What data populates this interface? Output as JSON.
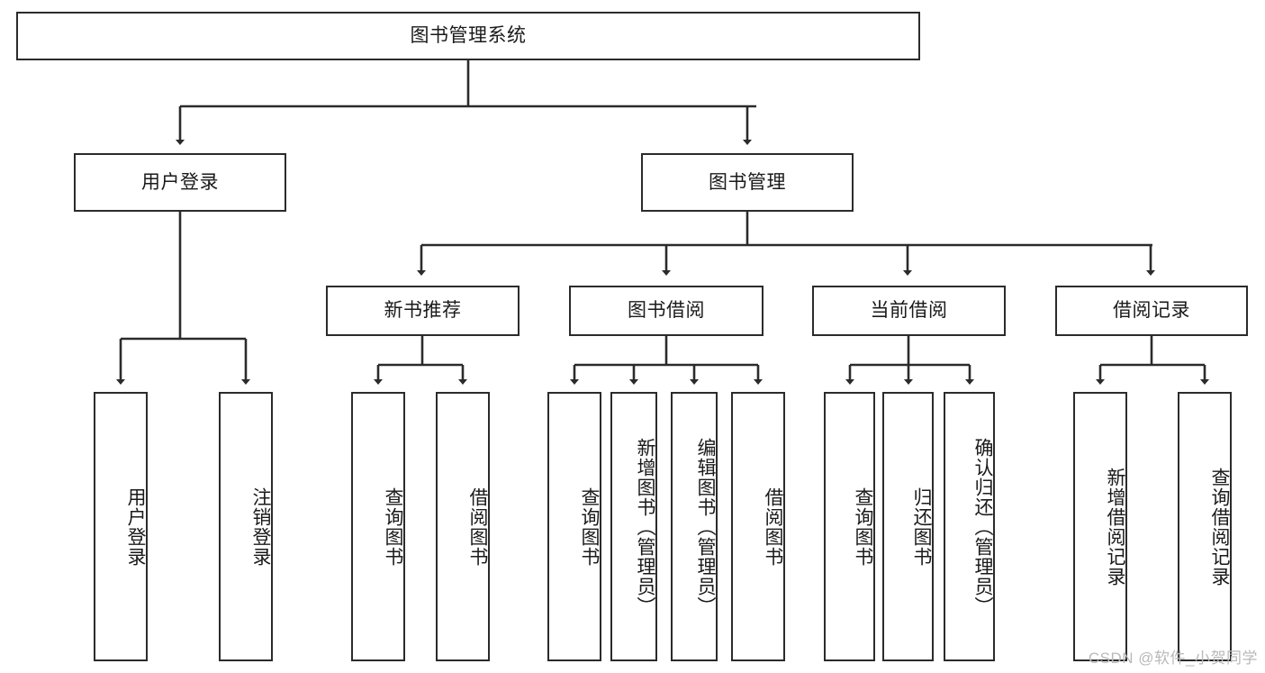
{
  "diagram": {
    "title": "图书管理系统",
    "type": "hierarchy-tree",
    "watermark": "CSDN @软件_小贺同学",
    "colors": {
      "box_border": "#2b2b2b",
      "box_fill": "#ffffff",
      "edge": "#2b2b2b",
      "text": "#1a1a1a",
      "watermark": "#b9b9b9",
      "background": "#ffffff"
    },
    "nodes": {
      "root": {
        "label": "图书管理系统"
      },
      "level2": [
        {
          "id": "user-login",
          "label": "用户登录"
        },
        {
          "id": "book-management",
          "label": "图书管理"
        }
      ],
      "level3": [
        {
          "id": "new-book-recommend",
          "label": "新书推荐"
        },
        {
          "id": "book-borrow",
          "label": "图书借阅"
        },
        {
          "id": "current-borrow",
          "label": "当前借阅"
        },
        {
          "id": "borrow-record",
          "label": "借阅记录"
        }
      ],
      "leaves": [
        {
          "id": "leaf-user-login",
          "label": "用户登录",
          "parent": "user-login"
        },
        {
          "id": "leaf-logout",
          "label": "注销登录",
          "parent": "user-login"
        },
        {
          "id": "leaf-query-book-1",
          "label": "查询图书",
          "parent": "new-book-recommend"
        },
        {
          "id": "leaf-borrow-book-1",
          "label": "借阅图书",
          "parent": "new-book-recommend"
        },
        {
          "id": "leaf-query-book-2",
          "label": "查询图书",
          "parent": "book-borrow"
        },
        {
          "id": "leaf-add-book",
          "label": "新增图书（管理员）",
          "parent": "book-borrow"
        },
        {
          "id": "leaf-edit-book",
          "label": "编辑图书（管理员）",
          "parent": "book-borrow"
        },
        {
          "id": "leaf-borrow-book-2",
          "label": "借阅图书",
          "parent": "book-borrow"
        },
        {
          "id": "leaf-query-book-3",
          "label": "查询图书",
          "parent": "current-borrow"
        },
        {
          "id": "leaf-return-book",
          "label": "归还图书",
          "parent": "current-borrow"
        },
        {
          "id": "leaf-confirm-return",
          "label": "确认归还（管理员）",
          "parent": "current-borrow"
        },
        {
          "id": "leaf-add-record",
          "label": "新增借阅记录",
          "parent": "borrow-record"
        },
        {
          "id": "leaf-query-record",
          "label": "查询借阅记录",
          "parent": "borrow-record"
        }
      ]
    }
  }
}
